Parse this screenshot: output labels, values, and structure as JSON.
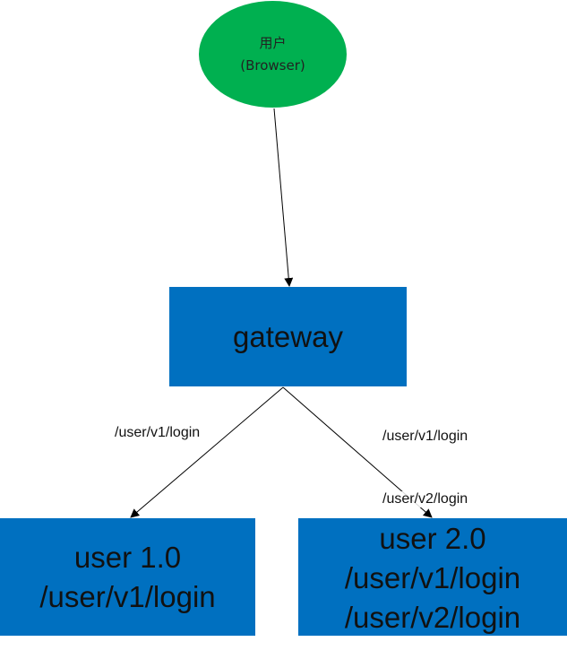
{
  "nodes": {
    "user": {
      "line1": "用户",
      "line2": "(Browser)",
      "color": "#00b050"
    },
    "gateway": {
      "label": "gateway",
      "color": "#0070c0"
    },
    "user1": {
      "lines": [
        "user 1.0",
        "/user/v1/login"
      ],
      "color": "#0070c0"
    },
    "user2": {
      "lines": [
        "user 2.0",
        "/user/v1/login",
        "/user/v2/login"
      ],
      "color": "#0070c0"
    }
  },
  "edges": {
    "left_label": "/user/v1/login",
    "right_labels": [
      "/user/v1/login",
      "/user/v2/login"
    ]
  }
}
